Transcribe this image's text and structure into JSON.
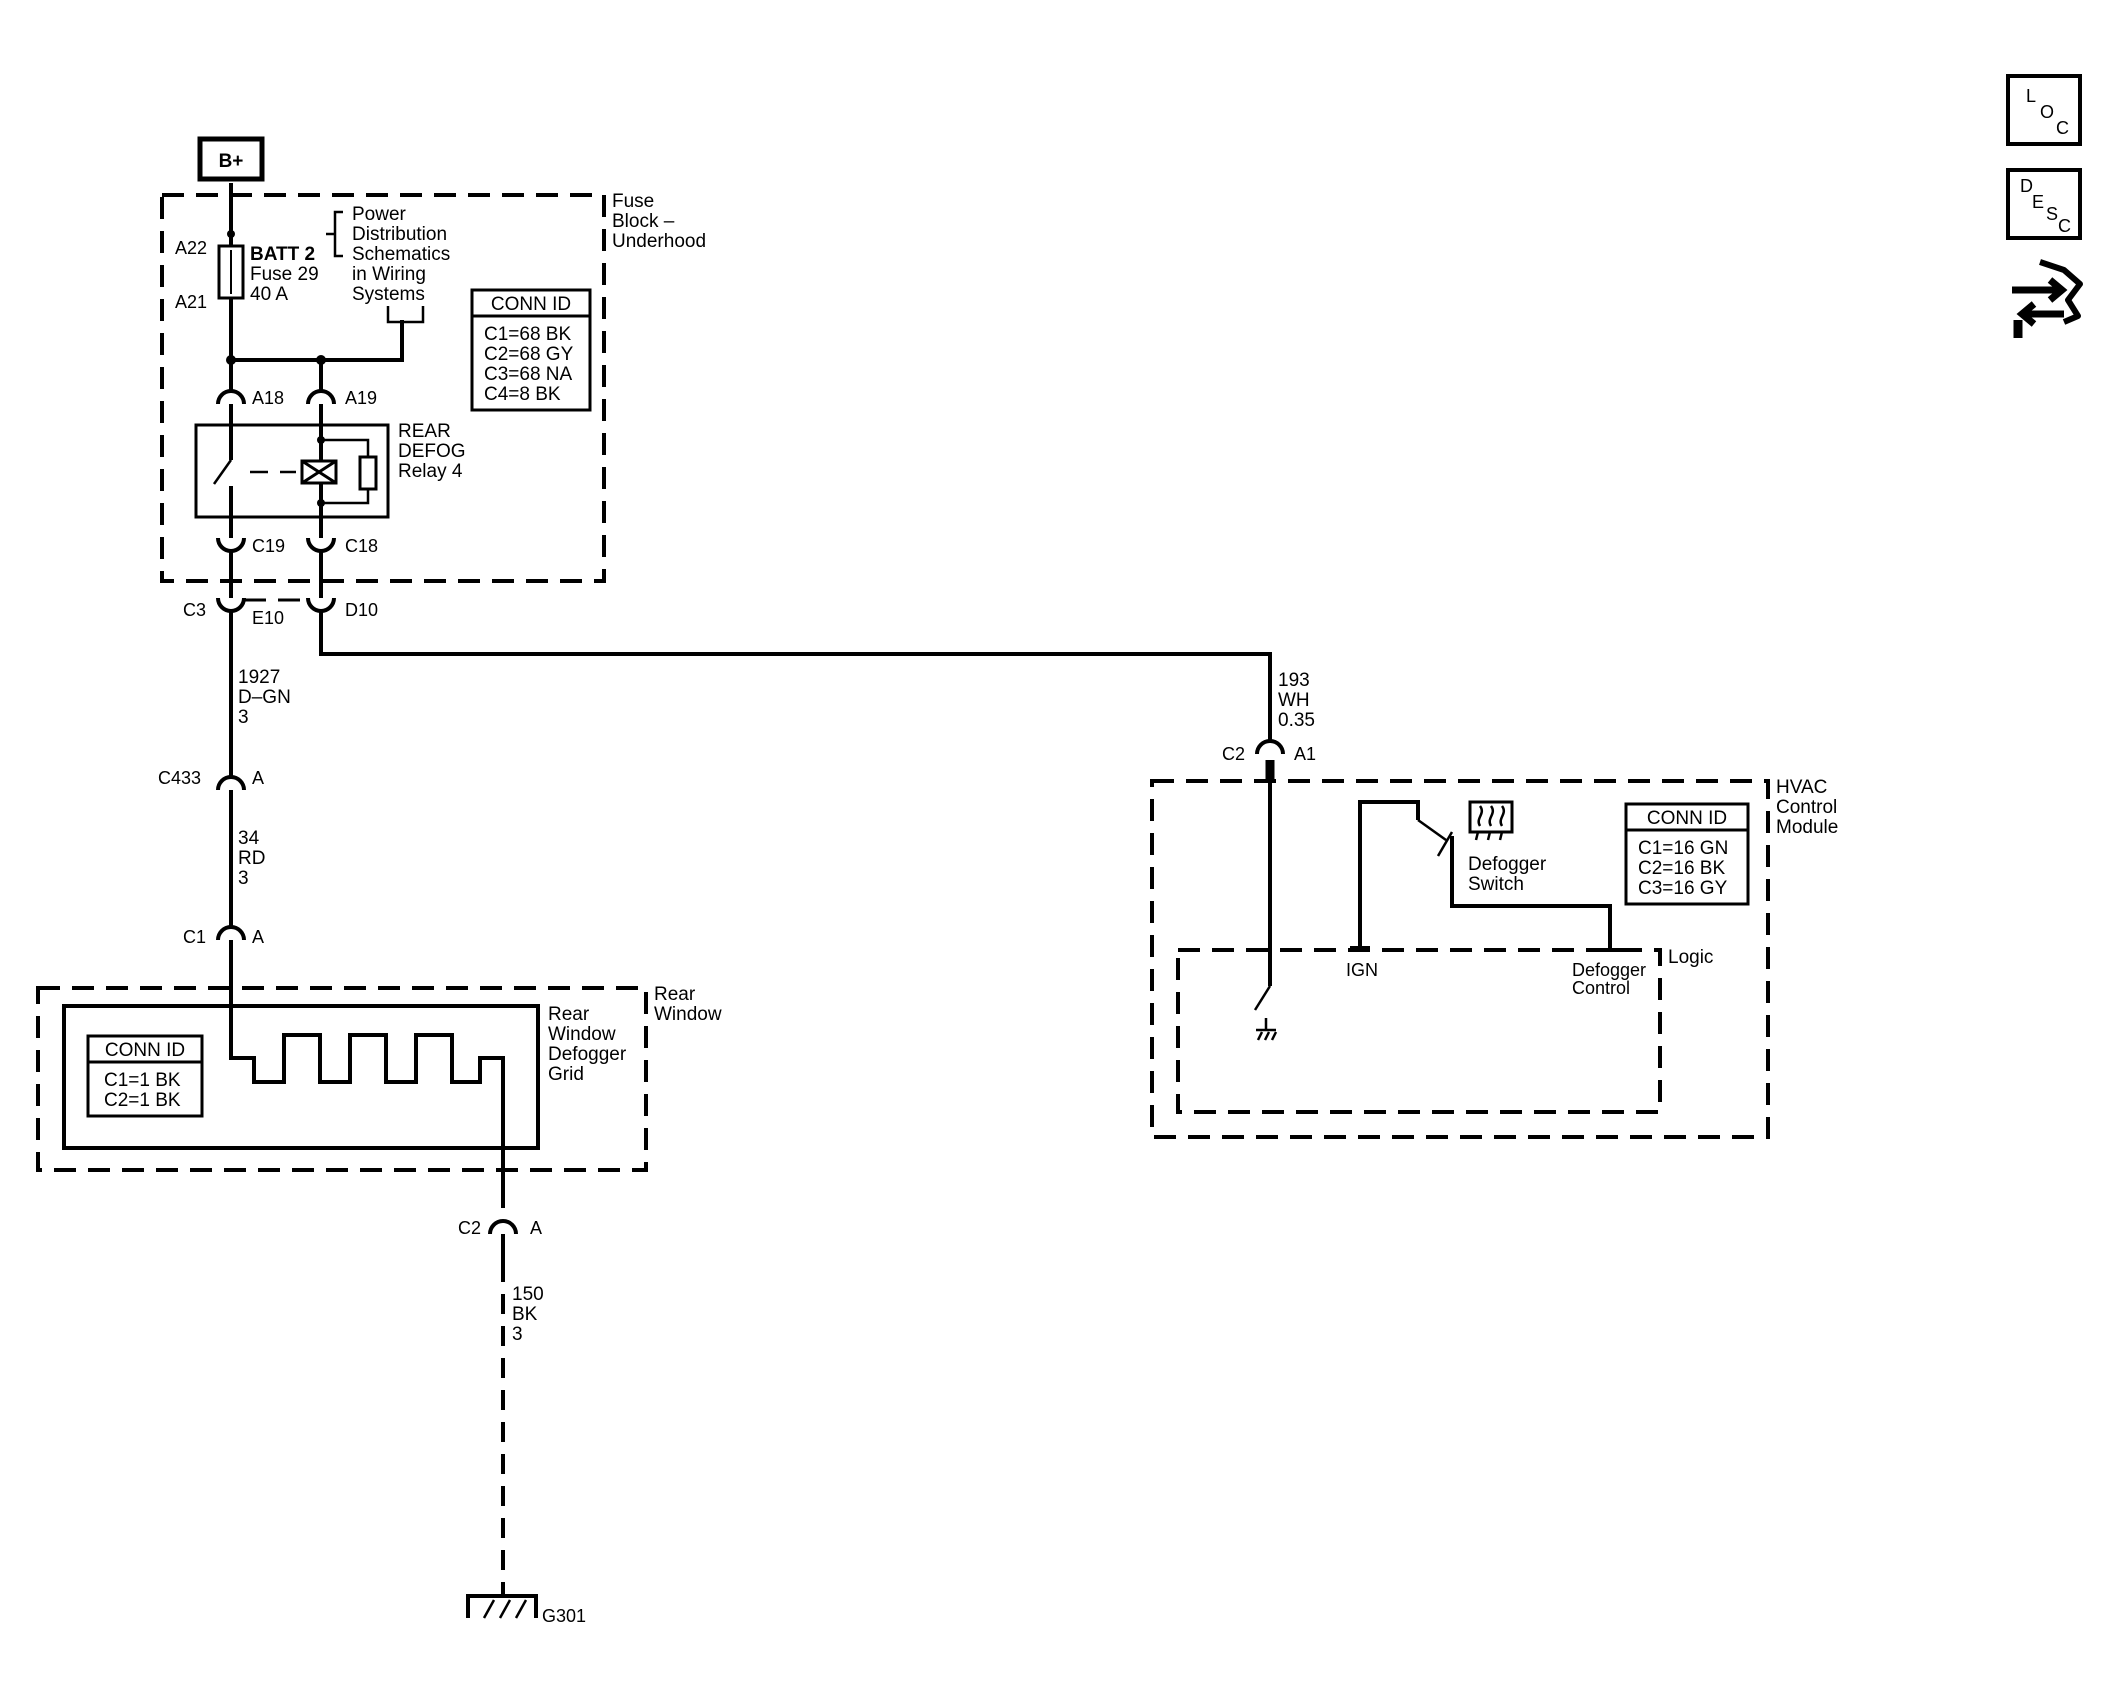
{
  "power_source": {
    "label": "B+"
  },
  "fuse_block": {
    "title_lines": [
      "Fuse",
      "Block –",
      "Underhood"
    ],
    "fuse_pins": {
      "top": "A22",
      "bottom": "A21"
    },
    "fuse_lines": [
      "BATT 2",
      "Fuse 29",
      "40 A"
    ],
    "power_ref_lines": [
      "Power",
      "Distribution",
      "Schematics",
      "in Wiring",
      "Systems"
    ],
    "conn_id": {
      "title": "CONN ID",
      "rows": [
        "C1=68 BK",
        "C2=68 GY",
        "C3=68 NA",
        "C4=8 BK"
      ]
    },
    "relay_pins": {
      "a18": "A18",
      "a19": "A19",
      "c19": "C19",
      "c18": "C18"
    },
    "relay_lines": [
      "REAR",
      "DEFOG",
      "Relay 4"
    ],
    "out_connector": "C3",
    "out_pins": {
      "e10": "E10",
      "d10": "D10"
    }
  },
  "wire_1927": {
    "lines": [
      "1927",
      "D–GN",
      "3"
    ]
  },
  "connector_c433": {
    "name": "C433",
    "pin": "A"
  },
  "wire_34": {
    "lines": [
      "34",
      "RD",
      "3"
    ]
  },
  "connector_c1": {
    "name": "C1",
    "pin": "A"
  },
  "rear_window": {
    "title_lines": [
      "Rear",
      "Window"
    ],
    "grid_lines": [
      "Rear",
      "Window",
      "Defogger",
      "Grid"
    ],
    "conn_id": {
      "title": "CONN ID",
      "rows": [
        "C1=1 BK",
        "C2=1 BK"
      ]
    }
  },
  "connector_c2_ground": {
    "name": "C2",
    "pin": "A"
  },
  "wire_150": {
    "lines": [
      "150",
      "BK",
      "3"
    ]
  },
  "ground": {
    "label": "G301"
  },
  "wire_193": {
    "lines": [
      "193",
      "WH",
      "0.35"
    ]
  },
  "connector_c2_hvac": {
    "name": "C2",
    "pin": "A1"
  },
  "hvac": {
    "title_lines": [
      "HVAC",
      "Control",
      "Module"
    ],
    "switch_lines": [
      "Defogger",
      "Switch"
    ],
    "logic_label": "Logic",
    "ign_label": "IGN",
    "defogger_control_lines": [
      "Defogger",
      "Control"
    ],
    "conn_id": {
      "title": "CONN ID",
      "rows": [
        "C1=16 GN",
        "C2=16 BK",
        "C3=16 GY"
      ]
    }
  },
  "nav": {
    "loc": [
      "L",
      "O",
      "C"
    ],
    "desc": [
      "D",
      "E",
      "S",
      "C"
    ],
    "icon": "connector-flow-icon"
  }
}
